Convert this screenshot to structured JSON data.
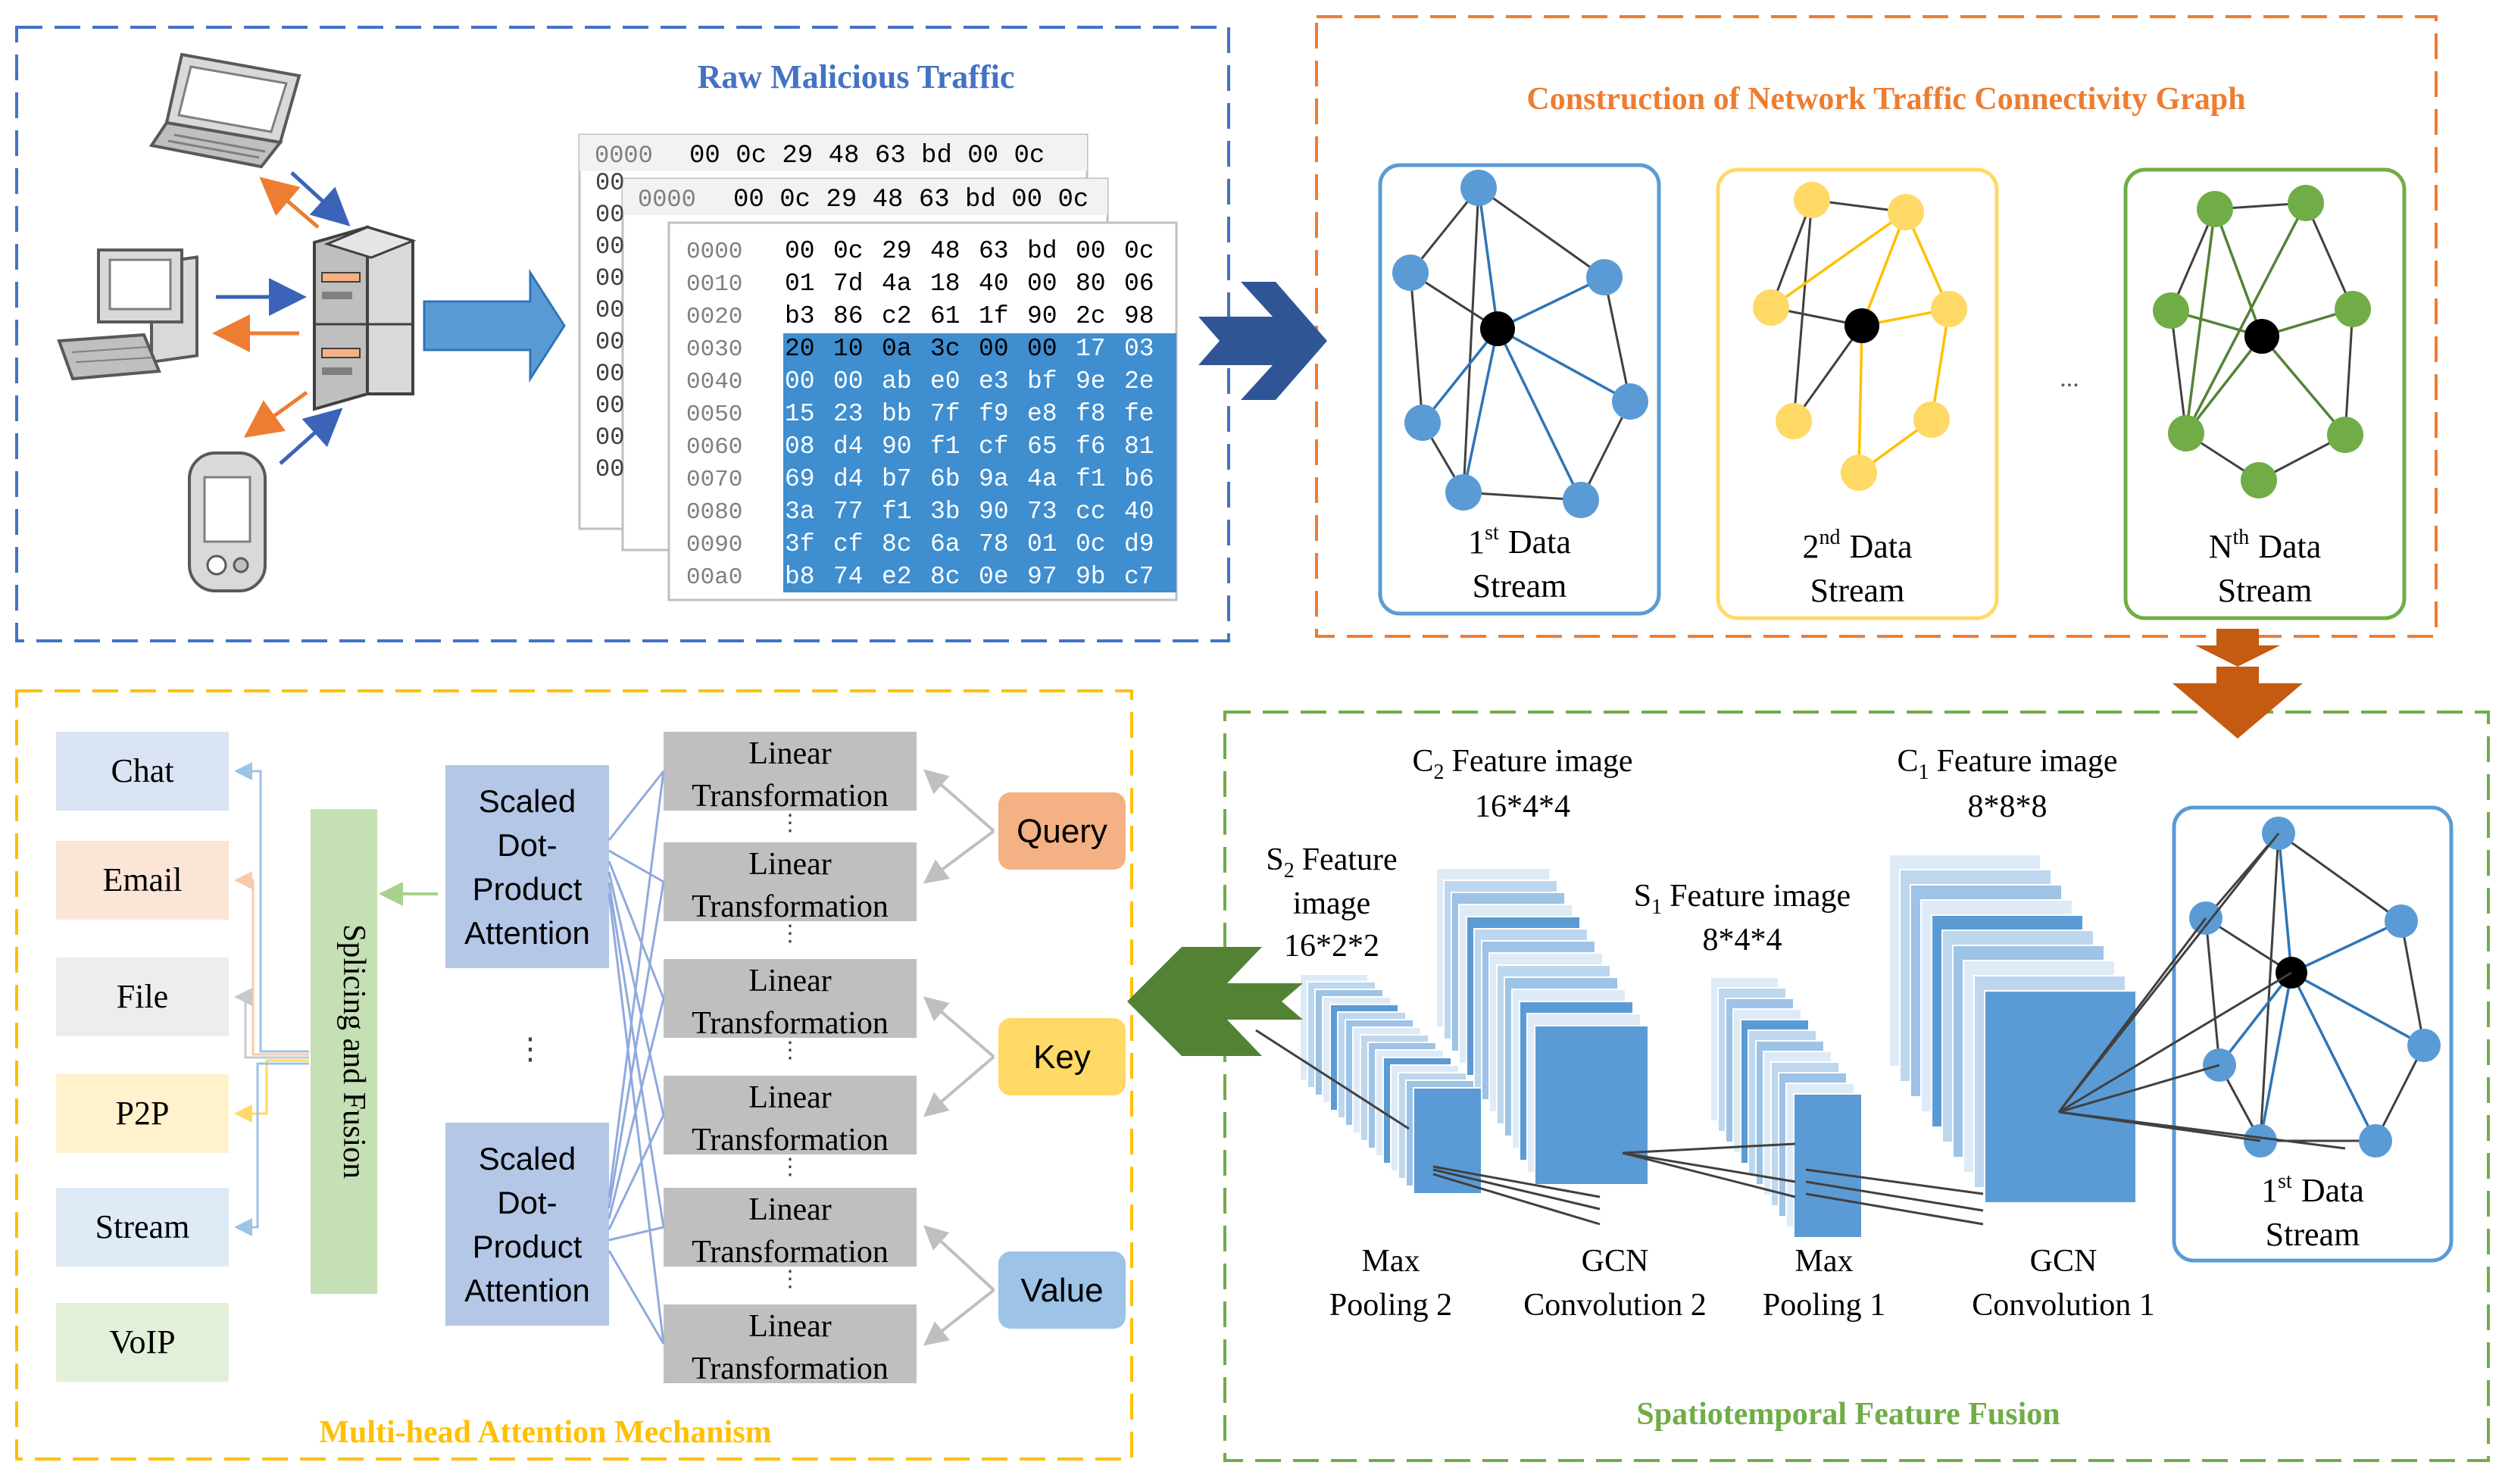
{
  "panels": {
    "raw_traffic": {
      "title": "Raw Malicious Traffic",
      "color": "#4472C4"
    },
    "graph_construction": {
      "title": "Construction of Network Traffic Connectivity Graph",
      "color": "#ED7D31"
    },
    "multihead": {
      "title": "Multi-head Attention Mechanism",
      "color": "#FFC000"
    },
    "spatiotemporal": {
      "title": "Spatiotemporal Feature Fusion",
      "color": "#70AD47"
    }
  },
  "hex_dump": {
    "header_offset": "0000",
    "header_bytes": "00 0c 29 48 63 bd 00 0c",
    "rows": [
      {
        "offset": "0000",
        "bytes": "00 0c 29 48 63 bd 00 0c"
      },
      {
        "offset": "0010",
        "bytes": "01 7d 4a 18 40 00 80 06"
      },
      {
        "offset": "0020",
        "bytes": "b3 86 c2 61 1f 90 2c 98"
      },
      {
        "offset": "0030",
        "bytes": "20 10 0a 3c 00 00 17 03"
      },
      {
        "offset": "0040",
        "bytes": "00 00 ab e0 e3 bf 9e 2e"
      },
      {
        "offset": "0050",
        "bytes": "15 23 bb 7f f9 e8 f8 fe"
      },
      {
        "offset": "0060",
        "bytes": "08 d4 90 f1 cf 65 f6 81"
      },
      {
        "offset": "0070",
        "bytes": "69 d4 b7 6b 9a 4a f1 b6"
      },
      {
        "offset": "0080",
        "bytes": "3a 77 f1 3b 90 73 cc 40"
      },
      {
        "offset": "0090",
        "bytes": "3f cf 8c 6a 78 01 0c d9"
      },
      {
        "offset": "00a0",
        "bytes": "b8 74 e2 8c 0e 97 9b c7"
      }
    ],
    "back_prefix": "00",
    "highlight_color": "#3E8ED0"
  },
  "streams": [
    {
      "ord": "1",
      "sup": "st",
      "word": "Data",
      "line2": "Stream",
      "color": "#5B9BD5"
    },
    {
      "ord": "2",
      "sup": "nd",
      "word": "Data",
      "line2": "Stream",
      "color": "#FFD966"
    },
    {
      "ord": "N",
      "sup": "th",
      "word": "Data",
      "line2": "Stream",
      "color": "#70AD47"
    }
  ],
  "graph_ellipsis": "...",
  "fusion_stream": {
    "ord": "1",
    "sup": "st",
    "word": "Data",
    "line2": "Stream"
  },
  "features": {
    "c2": {
      "letter": "C",
      "sub": "2",
      "text": "Feature image",
      "dims": "16*4*4"
    },
    "c1": {
      "letter": "C",
      "sub": "1",
      "text": "Feature image",
      "dims": "8*8*8"
    },
    "s2": {
      "letter": "S",
      "sub": "2",
      "text": "Feature",
      "line2": "image",
      "dims": "16*2*2"
    },
    "s1": {
      "letter": "S",
      "sub": "1",
      "text": "Feature image",
      "dims": "8*4*4"
    }
  },
  "layers": {
    "max_pooling_2": [
      "Max",
      "Pooling 2"
    ],
    "gcn_conv_2": [
      "GCN",
      "Convolution 2"
    ],
    "max_pooling_1": [
      "Max",
      "Pooling 1"
    ],
    "gcn_conv_1": [
      "GCN",
      "Convolution 1"
    ]
  },
  "classes": [
    {
      "label": "Chat",
      "color": "#DAE3F3"
    },
    {
      "label": "Email",
      "color": "#FBE5D6"
    },
    {
      "label": "File",
      "color": "#EDEDED"
    },
    {
      "label": "P2P",
      "color": "#FFF2CC"
    },
    {
      "label": "Stream",
      "color": "#DEEBF7"
    },
    {
      "label": "VoIP",
      "color": "#E2F0D9"
    }
  ],
  "splicing": "Splicing and Fusion",
  "attention_blocks": [
    [
      "Scaled",
      "Dot-",
      "Product",
      "Attention"
    ],
    [
      "Scaled",
      "Dot-",
      "Product",
      "Attention"
    ]
  ],
  "attention_ellipsis": "⋮",
  "linear_blocks": [
    [
      "Linear",
      "Transformation"
    ],
    [
      "Linear",
      "Transformation"
    ],
    [
      "Linear",
      "Transformation"
    ],
    [
      "Linear",
      "Transformation"
    ],
    [
      "Linear",
      "Transformation"
    ],
    [
      "Linear",
      "Transformation"
    ]
  ],
  "linear_ellipsis": "⋮",
  "qkv": [
    {
      "label": "Query",
      "color": "#F4B183"
    },
    {
      "label": "Key",
      "color": "#FFD966"
    },
    {
      "label": "Value",
      "color": "#9DC3E6"
    }
  ],
  "colors": {
    "attention_fill": "#B4C7E7",
    "linear_fill": "#BFBFBF",
    "splicing_fill": "#C5E0B4",
    "arrow_blue": "#2F5597",
    "arrow_orange": "#C55A11",
    "arrow_green": "#548235",
    "node_black": "#000000"
  },
  "icons": [
    "laptop-icon",
    "desktop-computer-icon",
    "server-icon",
    "handheld-device-icon"
  ]
}
